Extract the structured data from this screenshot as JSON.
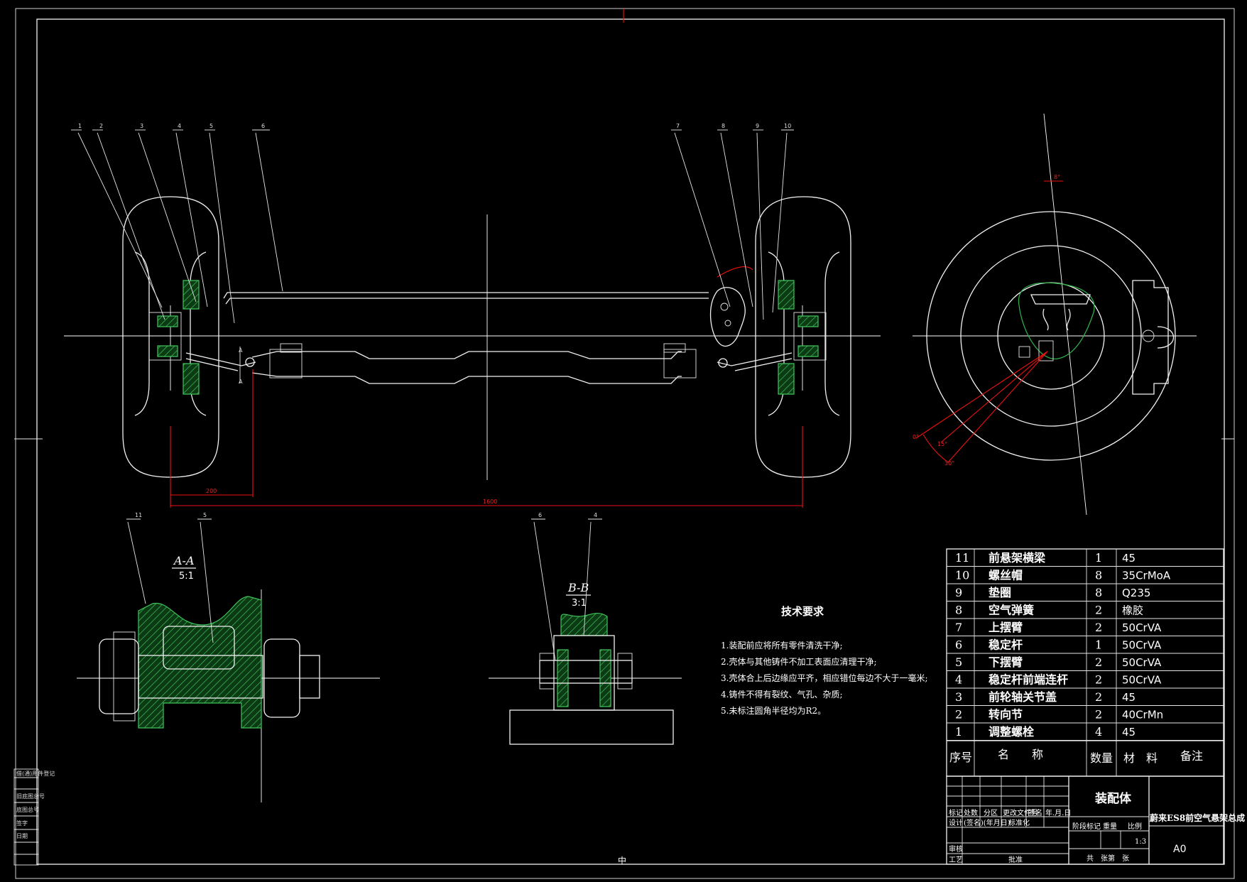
{
  "colors": {
    "background": "#000000",
    "line": "#ffffff",
    "dimension": "#ee1111",
    "hatch": "#2fb24a"
  },
  "views": {
    "section_aa": {
      "title": "A-A",
      "scale": "5:1"
    },
    "section_bb": {
      "title": "B-B",
      "scale": "3:1"
    }
  },
  "tech_requirements": {
    "heading": "技术要求",
    "items": [
      "1.装配前应将所有零件清洗干净;",
      "2.壳体与其他铸件不加工表面应清理干净;",
      "3.壳体合上后边缘应平齐，相应错位每边不大于一毫米;",
      "4.铸件不得有裂纹、气孔、杂质;",
      "5.未标注圆角半径均为R2。"
    ]
  },
  "parts_table": {
    "rows": [
      {
        "no": "11",
        "name": "前悬架横梁",
        "qty": "1",
        "material": "45"
      },
      {
        "no": "10",
        "name": "螺丝帽",
        "qty": "8",
        "material": "35CrMoA"
      },
      {
        "no": "9",
        "name": "垫圈",
        "qty": "8",
        "material": "Q235"
      },
      {
        "no": "8",
        "name": "空气弹簧",
        "qty": "2",
        "material": "橡胶"
      },
      {
        "no": "7",
        "name": "上摆臂",
        "qty": "2",
        "material": "50CrVA"
      },
      {
        "no": "6",
        "name": "稳定杆",
        "qty": "1",
        "material": "50CrVA"
      },
      {
        "no": "5",
        "name": "下摆臂",
        "qty": "2",
        "material": "50CrVA"
      },
      {
        "no": "4",
        "name": "稳定杆前端连杆",
        "qty": "2",
        "material": "50CrVA"
      },
      {
        "no": "3",
        "name": "前轮轴关节盖",
        "qty": "2",
        "material": "45"
      },
      {
        "no": "2",
        "name": "转向节",
        "qty": "2",
        "material": "40CrMn"
      },
      {
        "no": "1",
        "name": "调整螺栓",
        "qty": "4",
        "material": "45"
      }
    ],
    "header": {
      "no": "序号",
      "name": "名　　称",
      "qty": "数量",
      "material": "材　料",
      "remark": "备注"
    }
  },
  "title_block": {
    "assembly": "装配体",
    "drawing_title": "蔚来ES8前空气悬架总成",
    "sheet_size": "A0",
    "scale": "1:3",
    "labels": {
      "mark": "标记",
      "count": "处数",
      "zone": "分区",
      "doc_no": "更改文件号",
      "sign": "签名",
      "date": "年.月.日",
      "design": "设计",
      "sig_date": "(签名)(年月日)",
      "standard": "标准化",
      "stage": "阶段标记",
      "weight": "重量",
      "scale_label": "比例",
      "review": "审核",
      "process": "工艺",
      "approve": "批准",
      "sheets": "共　张第　张"
    }
  },
  "side_table_labels": [
    "借(通)用件登记",
    "旧底图总号",
    "底图总号",
    "签字",
    "日期"
  ],
  "balloons_left": [
    "1",
    "2",
    "3",
    "4",
    "5",
    "6"
  ],
  "balloons_right": [
    "7",
    "8",
    "9",
    "10"
  ],
  "balloons_aa": [
    "11",
    "5"
  ],
  "balloons_bb": [
    "6",
    "4"
  ],
  "section_marks": [
    "A",
    "A"
  ],
  "dimensions": {
    "left_offset": "200",
    "track_width": "1600"
  },
  "wheel_view": {
    "angle_marks": [
      "8°"
    ],
    "red_labels": [
      "0°",
      "15°",
      "30°"
    ]
  },
  "sheet_center_mark": "中"
}
